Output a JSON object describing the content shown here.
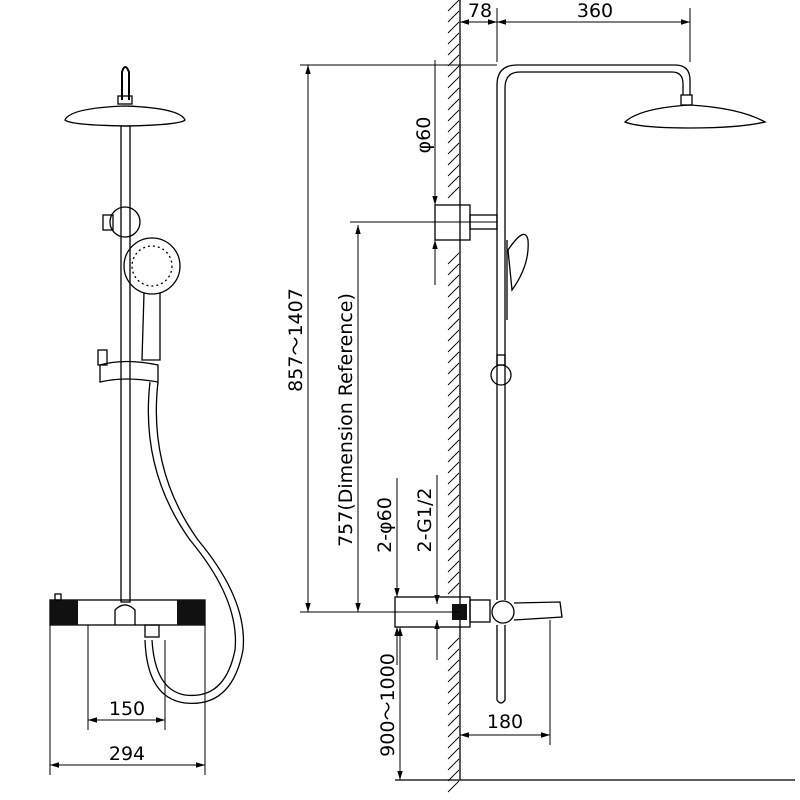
{
  "dimensions": {
    "wall_offset": "78",
    "arm_length": "360",
    "bracket_diameter": "φ60",
    "total_height_range": "857～1407",
    "reference_height": "757(Dimension Reference)",
    "escutcheon_diameter": "2-φ60",
    "inlet_thread": "2-G1/2",
    "install_height": "900～1000",
    "spout_projection": "180",
    "inlet_spacing": "150",
    "valve_width": "294"
  }
}
